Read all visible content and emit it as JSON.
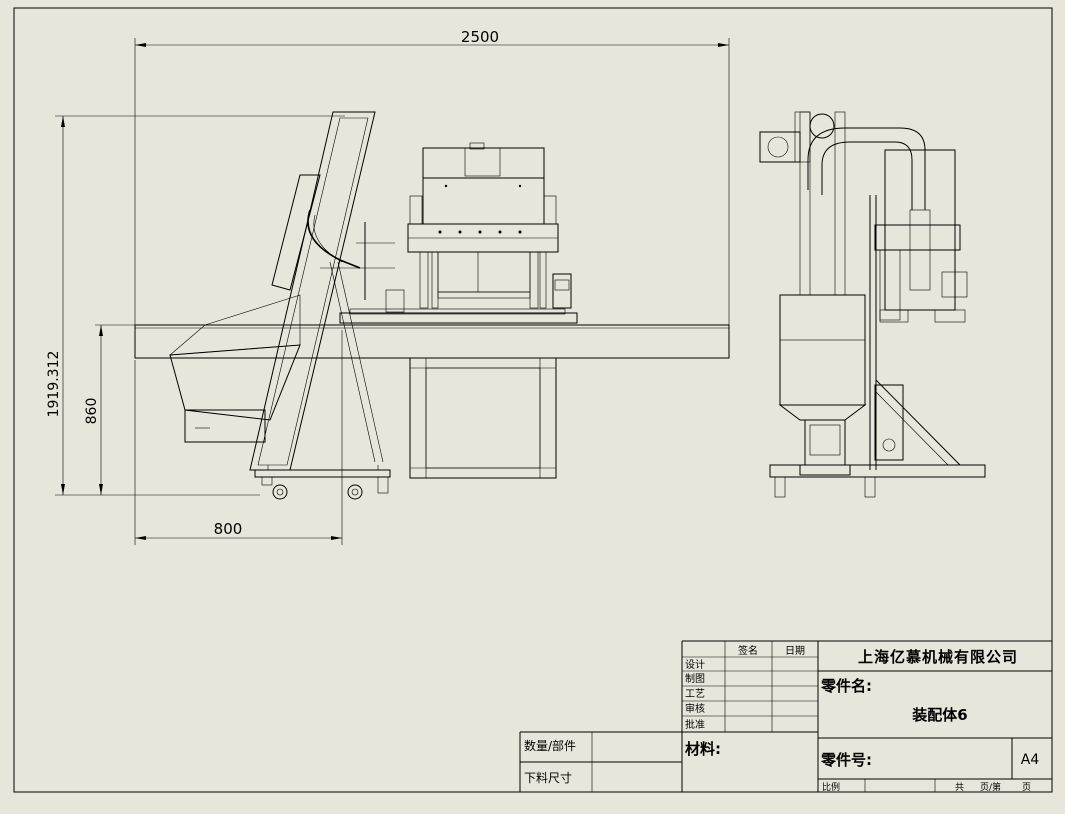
{
  "dimensions": {
    "overall_width": "2500",
    "overall_height": "1919.312",
    "table_height": "860",
    "feeder_width": "800"
  },
  "title_block": {
    "company": "上海亿慕机械有限公司",
    "part_name_label": "零件名:",
    "part_name_value": "装配体6",
    "part_number_label": "零件号:",
    "material_label": "材料:",
    "quantity_label": "数量/部件",
    "cut_size_label": "下料尺寸",
    "sheet_size": "A4",
    "sign_header": "签名",
    "date_header": "日期",
    "rows": [
      "设计",
      "制图",
      "工艺",
      "审核",
      "批准"
    ],
    "scale_label": "比例",
    "total_label": "共",
    "pages_label": "页/第",
    "page_label": "页"
  }
}
